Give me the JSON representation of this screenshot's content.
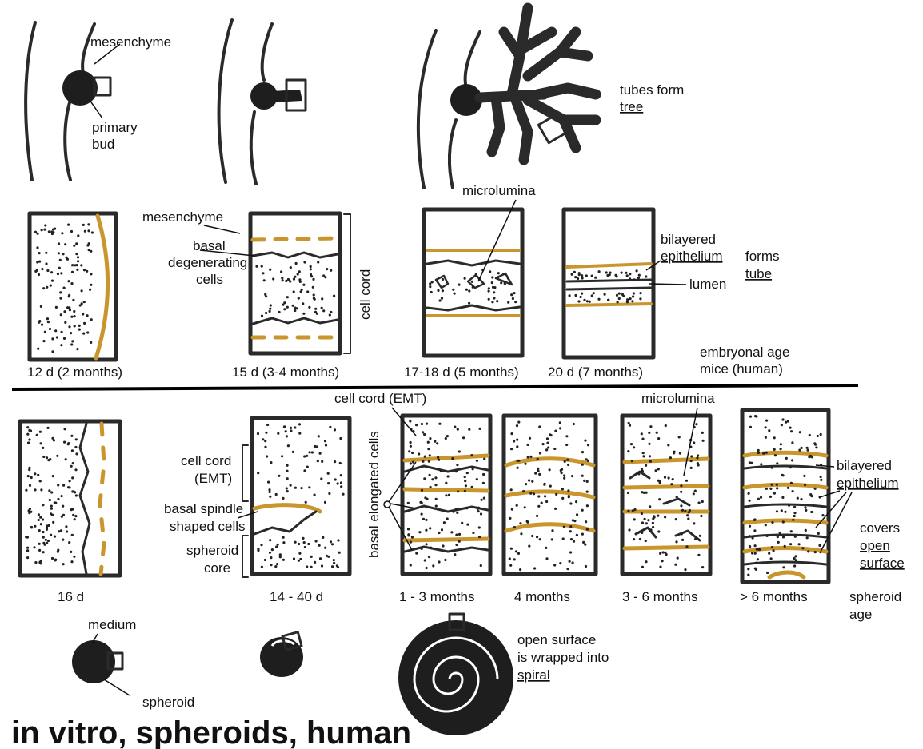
{
  "titles": {
    "top_partial": "",
    "bottom": "in vitro, spheroids, human"
  },
  "in_vivo": {
    "outline_labels": {
      "mesenchyme": "mesenchyme",
      "primary_bud": [
        "primary",
        "bud"
      ],
      "tubes_form": "tubes form",
      "tree": "tree"
    },
    "panels": [
      {
        "age": "12 d (2 months)"
      },
      {
        "age": "15 d (3-4 months)"
      },
      {
        "age": "17-18 d (5 months)"
      },
      {
        "age": "20 d (7 months)"
      }
    ],
    "panel_labels": {
      "mesenchyme": "mesenchyme",
      "basal": "basal",
      "degenerating": "degenerating",
      "cells": "cells",
      "cell_cord": "cell cord",
      "microlumina": "microlumina",
      "bilayered": "bilayered",
      "epithelium": "epithelium",
      "forms": "forms",
      "tube": "tube",
      "lumen": "lumen"
    },
    "age_caption": [
      "embryonal age",
      "mice (human)"
    ]
  },
  "in_vitro": {
    "panels": [
      {
        "age": "16 d"
      },
      {
        "age": "14 - 40 d"
      },
      {
        "age": "1 - 3 months"
      },
      {
        "age": "4 months"
      },
      {
        "age": "3 - 6 months"
      },
      {
        "age": "> 6 months"
      }
    ],
    "panel_labels": {
      "cell_cord_emt": "cell cord (EMT)",
      "cell_cord": "cell cord",
      "emt": "(EMT)",
      "basal_spindle": "basal spindle",
      "shaped_cells": "shaped cells",
      "spheroid": "spheroid",
      "core": "core",
      "basal_elongated": "basal elongated cells",
      "microlumina": "microlumina",
      "bilayered": "bilayered",
      "epithelium": "epithelium",
      "covers": "covers",
      "open": "open",
      "surface": "surface"
    },
    "age_caption": [
      "spheroid",
      "age"
    ],
    "spheroid_labels": {
      "medium": "medium",
      "spheroid": "spheroid",
      "open_surface": "open surface",
      "wrapped": "is wrapped into",
      "spiral": "spiral"
    }
  },
  "colors": {
    "ink": "#2a2a2a",
    "ochre": "#c9962e"
  }
}
